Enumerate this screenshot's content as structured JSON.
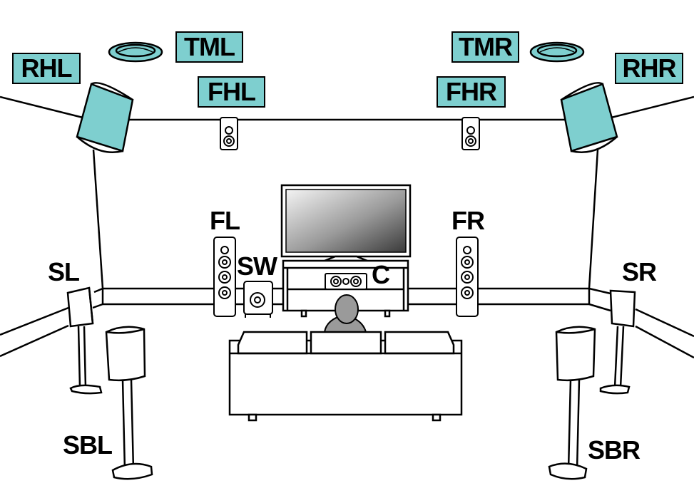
{
  "colors": {
    "highlight": "#7ecfcf",
    "line": "#000000",
    "background": "#ffffff",
    "listener": "#9a9a9a"
  },
  "height_speakers": {
    "rhl": "RHL",
    "tml": "TML",
    "fhl": "FHL",
    "fhr": "FHR",
    "tmr": "TMR",
    "rhr": "RHR"
  },
  "floor_speakers": {
    "fl": "FL",
    "fr": "FR",
    "sw": "SW",
    "c": "C",
    "sl": "SL",
    "sr": "SR",
    "sbl": "SBL",
    "sbr": "SBR"
  }
}
